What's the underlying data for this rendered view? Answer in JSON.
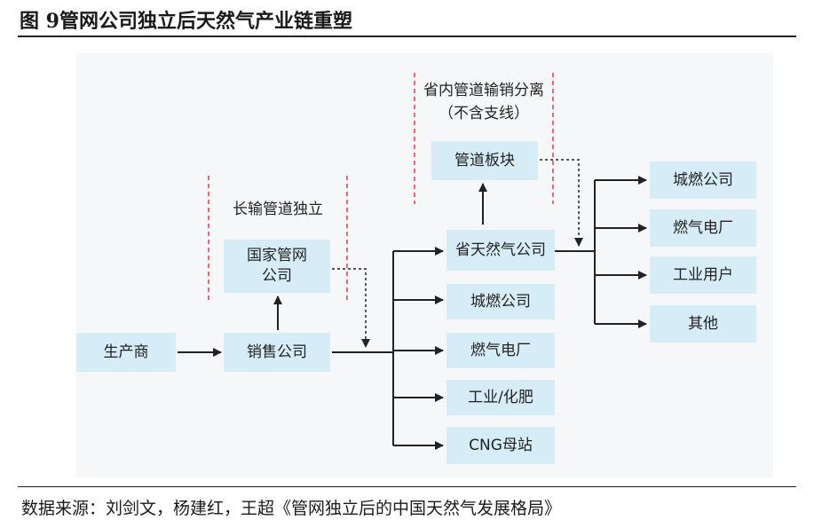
{
  "figure": {
    "title": "图 9管网公司独立后天然气产业链重塑",
    "source": "数据来源：刘剑文，杨建红，王超《管网独立后的中国天然气发展格局》"
  },
  "nodes": {
    "producer": "生产商",
    "sales_company": "销售公司",
    "national_pipeline": "国家管网\n公司",
    "provincial_gas": "省天然气公司",
    "pipeline_segment": "管道板块",
    "city_gas_mid": "城燃公司",
    "gas_power_mid": "燃气电厂",
    "industry_fertilizer": "工业/化肥",
    "cng_station": "CNG母站",
    "city_gas_right": "城燃公司",
    "gas_power_right": "燃气电厂",
    "industrial_users": "工业用户",
    "others": "其他"
  },
  "annotations": {
    "long_distance": "长输管道独立",
    "provincial_separation_line1": "省内管道输销分离",
    "provincial_separation_line2": "（不含支线）"
  },
  "colors": {
    "node_fill": "#d6ecf7",
    "canvas_bg": "#f6f7f9",
    "separator_red": "#e03030",
    "arrow": "#222222"
  }
}
